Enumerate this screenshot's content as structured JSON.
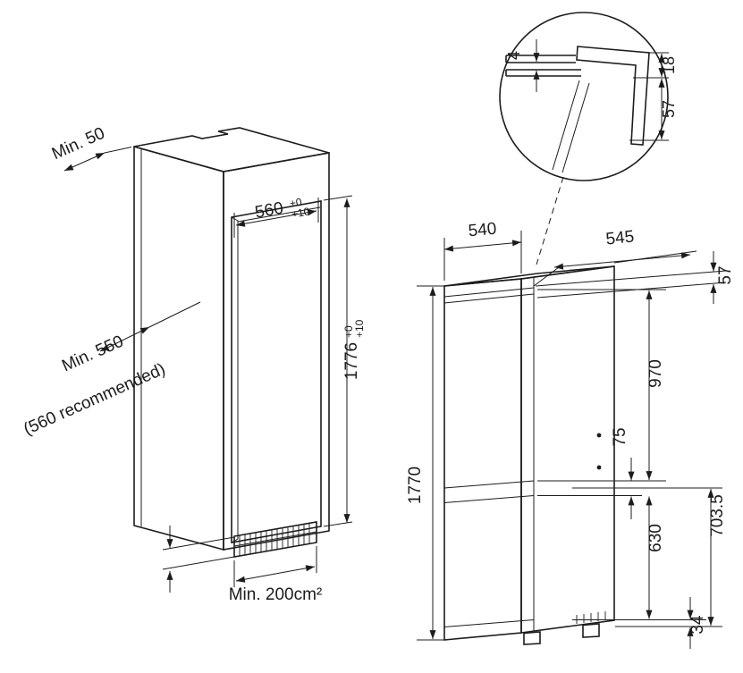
{
  "diagram": {
    "niche": {
      "top_clearance": "Min. 50",
      "width": "560",
      "width_tol_upper": "+0",
      "width_tol_lower": "+10",
      "height": "1776",
      "height_tol_upper": "+0",
      "height_tol_lower": "+10",
      "depth": "Min. 550",
      "depth_note": "(560 recommended)",
      "ventilation": "Min. 200cm²"
    },
    "appliance": {
      "width": "540",
      "depth": "545",
      "top_edge": "57",
      "upper_door_height": "970",
      "hinge_gap": "75",
      "total_height": "1770",
      "lower_door_height": "630",
      "lower_section_height": "703.5",
      "plinth_height": "34"
    },
    "detail": {
      "gap": "4",
      "overlap": "18",
      "edge_height": "57"
    }
  }
}
